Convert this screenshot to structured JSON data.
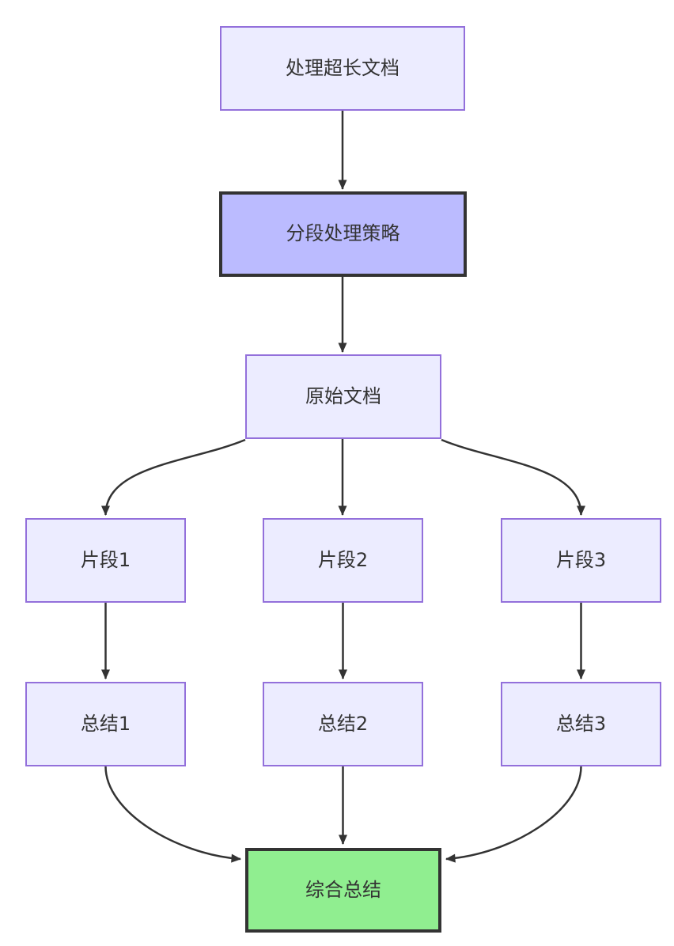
{
  "diagram": {
    "type": "flowchart-top-down",
    "nodes": {
      "process_doc": {
        "label": "处理超长文档"
      },
      "strategy": {
        "label": "分段处理策略"
      },
      "original_doc": {
        "label": "原始文档"
      },
      "fragment1": {
        "label": "片段1"
      },
      "fragment2": {
        "label": "片段2"
      },
      "fragment3": {
        "label": "片段3"
      },
      "summary1": {
        "label": "总结1"
      },
      "summary2": {
        "label": "总结2"
      },
      "summary3": {
        "label": "总结3"
      },
      "final_summary": {
        "label": "综合总结"
      }
    },
    "edges": [
      {
        "from": "process_doc",
        "to": "strategy"
      },
      {
        "from": "strategy",
        "to": "original_doc"
      },
      {
        "from": "original_doc",
        "to": "fragment1"
      },
      {
        "from": "original_doc",
        "to": "fragment2"
      },
      {
        "from": "original_doc",
        "to": "fragment3"
      },
      {
        "from": "fragment1",
        "to": "summary1"
      },
      {
        "from": "fragment2",
        "to": "summary2"
      },
      {
        "from": "fragment3",
        "to": "summary3"
      },
      {
        "from": "summary1",
        "to": "final_summary"
      },
      {
        "from": "summary2",
        "to": "final_summary"
      },
      {
        "from": "summary3",
        "to": "final_summary"
      }
    ]
  },
  "colors": {
    "background": "#FFFFFF",
    "node_fill": "#ECECFF",
    "node_border": "#9370DB",
    "highlight_fill": "#BBBBFF",
    "highlight_border": "#333333",
    "success_fill": "#90EE90",
    "success_border": "#333333",
    "edge": "#333333",
    "text": "#333333"
  }
}
